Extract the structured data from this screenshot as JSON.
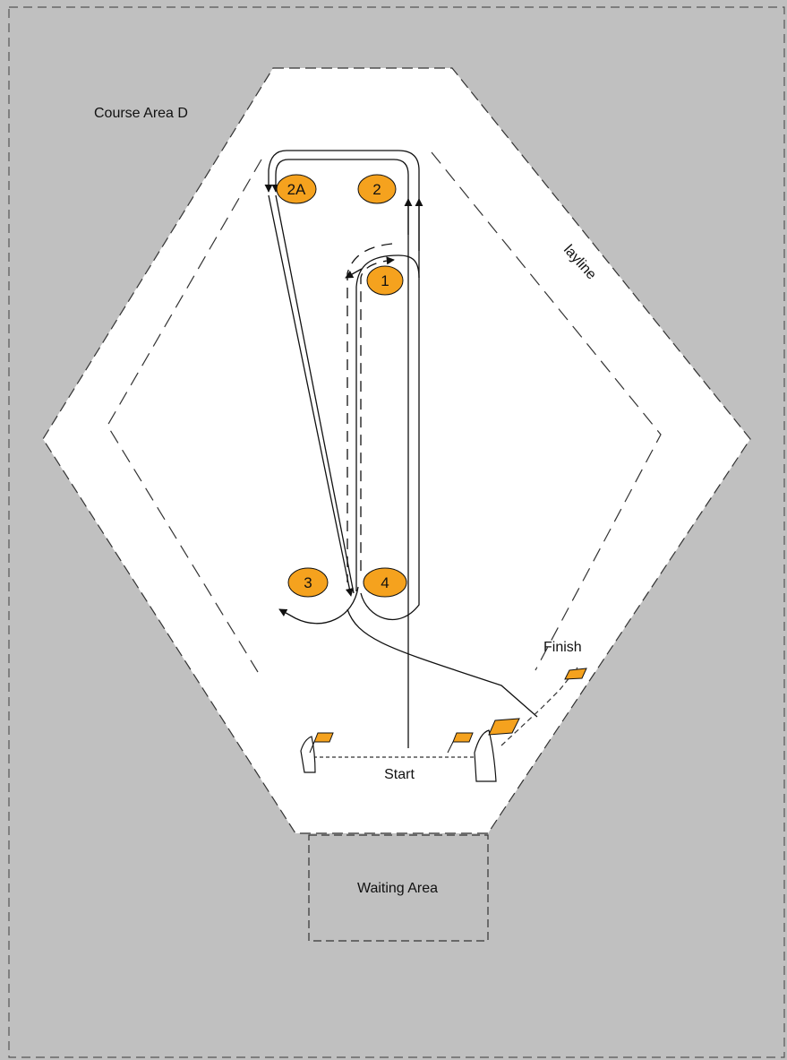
{
  "course": {
    "area_label": "Course Area D",
    "layline_label": "layline",
    "start_label": "Start",
    "finish_label": "Finish",
    "waiting_label": "Waiting Area"
  },
  "marks": [
    {
      "id": "2A",
      "label": "2A"
    },
    {
      "id": "2",
      "label": "2"
    },
    {
      "id": "1",
      "label": "1"
    },
    {
      "id": "3",
      "label": "3"
    },
    {
      "id": "4",
      "label": "4"
    }
  ],
  "colors": {
    "background": "#c0c0c0",
    "course_area": "#ffffff",
    "mark_fill": "#f5a21e",
    "flag_fill": "#f5a21e",
    "line": "#222222"
  }
}
